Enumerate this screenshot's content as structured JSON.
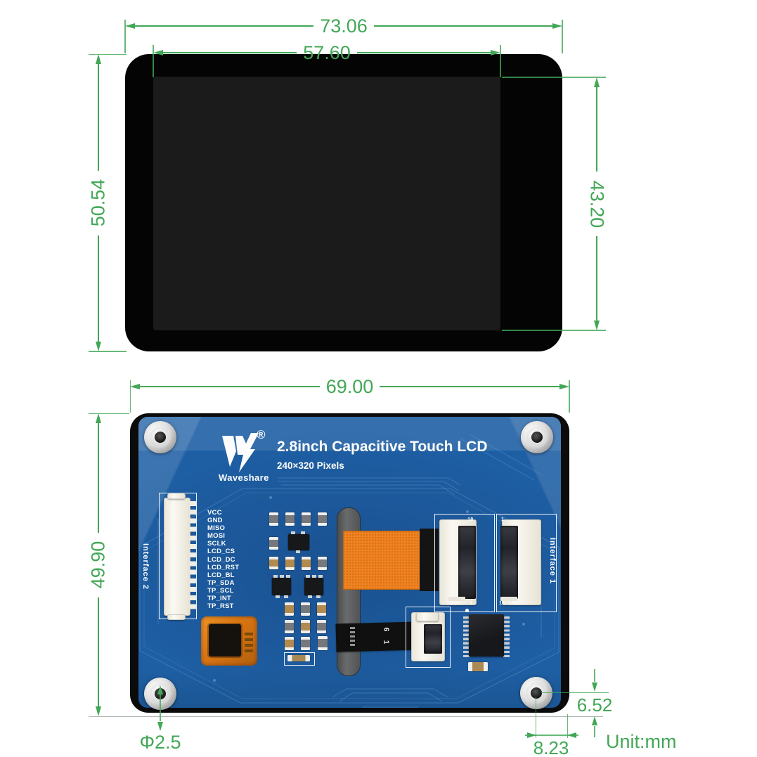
{
  "front_view": {
    "dim_outer_width": "73.06",
    "dim_active_width": "57.60",
    "dim_outer_height": "50.54",
    "dim_active_height": "43.20"
  },
  "back_view": {
    "dim_board_width": "69.00",
    "dim_board_height": "49.90",
    "dim_hole_to_bottom": "6.52",
    "dim_hole_to_right": "8.23",
    "dim_hole_diameter": "Φ2.5",
    "unit_label": "Unit:mm"
  },
  "pcb": {
    "brand": "Waveshare",
    "registered_mark": "®",
    "title": "2.8inch Capacitive Touch LCD",
    "subtitle": "240×320 Pixels",
    "interface_1": "Interface 1",
    "interface_2": "Interface 2",
    "pins": [
      "VCC",
      "GND",
      "MISO",
      "MOSI",
      "SCLK",
      "LCD_CS",
      "LCD_DC",
      "LCD_RST",
      "LCD_BL",
      "TP_SDA",
      "TP_SCL",
      "TP_INT",
      "TP_RST"
    ],
    "connector1_first_pin": "18",
    "connector1_last_pin": "1",
    "connector2_first_pin": "1",
    "connector2_last_pin": "18",
    "touch_cable_pin_top": "6",
    "touch_cable_pin_bottom": "1"
  },
  "colors": {
    "dimension_green": "#42a756",
    "pcb_blue": "#1e5fa4",
    "fpc_orange": "#ee7f1f"
  }
}
